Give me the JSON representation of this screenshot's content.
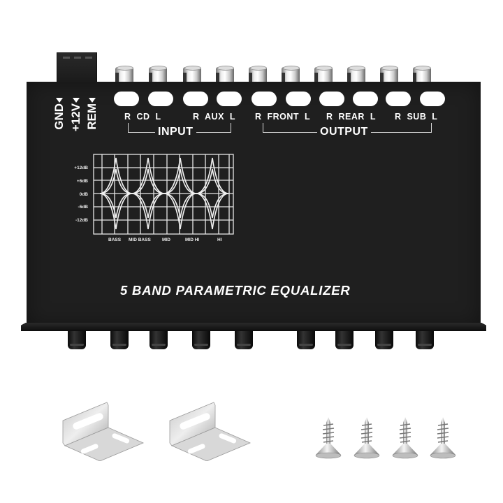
{
  "product": {
    "title": "5 BAND PARAMETRIC EQUALIZER",
    "panel_color": "#1f1f1f",
    "text_color": "#ffffff"
  },
  "power_terminals": [
    {
      "label": "GND"
    },
    {
      "label": "+12V"
    },
    {
      "label": "REM"
    }
  ],
  "input_group": {
    "title": "INPUT",
    "channels": [
      {
        "label": "R  CD  L"
      },
      {
        "label": "R  AUX  L"
      }
    ]
  },
  "output_group": {
    "title": "OUTPUT",
    "channels": [
      {
        "label": "R  FRONT  L"
      },
      {
        "label": "R  REAR  L"
      },
      {
        "label": "R  SUB  L"
      }
    ]
  },
  "rca_jack_count": 10,
  "knob_count": 9,
  "eq_graph": {
    "db_labels": [
      "+12dB",
      "+6dB",
      "0dB",
      "-6dB",
      "-12dB"
    ],
    "band_labels": [
      "BASS",
      "MID BASS",
      "MID",
      "MID HI",
      "HI"
    ]
  },
  "accessories": {
    "mounting_brackets": 2,
    "screws": 4
  }
}
